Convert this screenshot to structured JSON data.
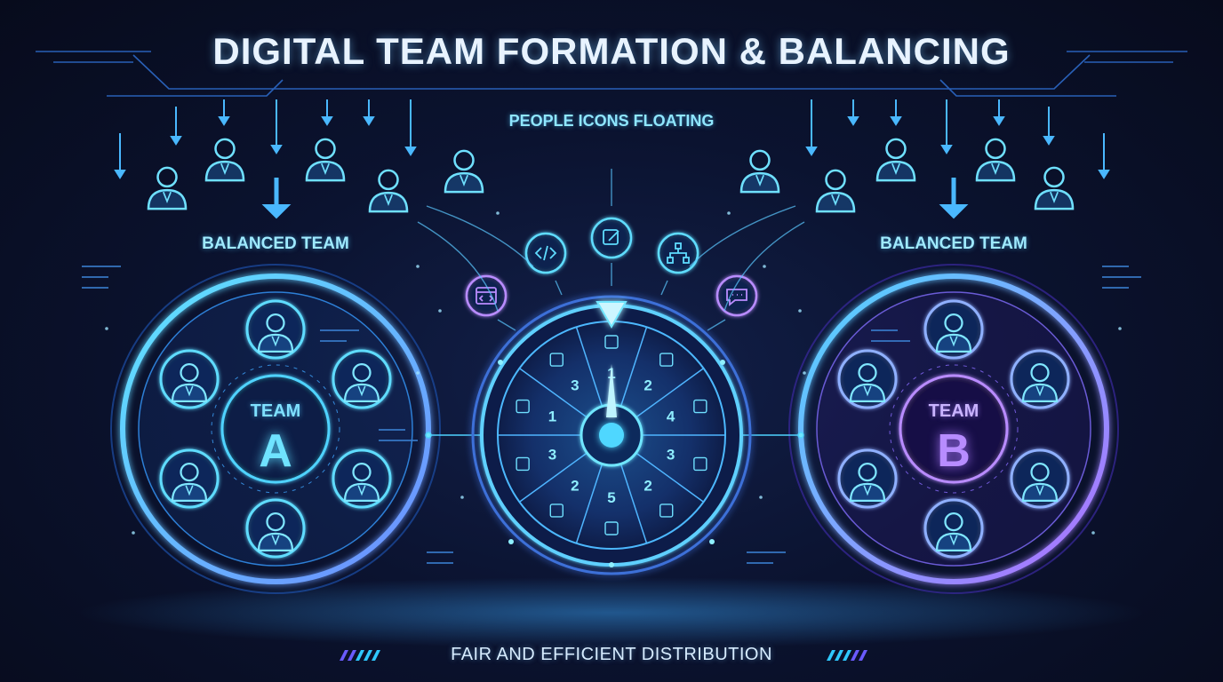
{
  "header": {
    "title": "DIGITAL TEAM FORMATION & BALANCING",
    "subtitle": "PEOPLE ICONS FLOATING"
  },
  "teams": {
    "a": {
      "balanced_label": "BALANCED TEAM",
      "word": "TEAM",
      "letter": "A"
    },
    "b": {
      "balanced_label": "BALANCED TEAM",
      "word": "TEAM",
      "letter": "B"
    }
  },
  "wheel": {
    "segment_numbers": [
      "1",
      "2",
      "4",
      "3",
      "2",
      "5",
      "2",
      "3",
      "1",
      "3"
    ]
  },
  "skills": [
    "code-icon",
    "edit-icon",
    "org-chart-icon",
    "browser-code-icon",
    "chat-icon"
  ],
  "footer": {
    "text": "FAIR AND EFFICIENT DISTRIBUTION"
  },
  "colors": {
    "cyan": "#38d9ff",
    "purple": "#a46bff",
    "background": "#0a0f24",
    "text": "#e8f3ff"
  }
}
